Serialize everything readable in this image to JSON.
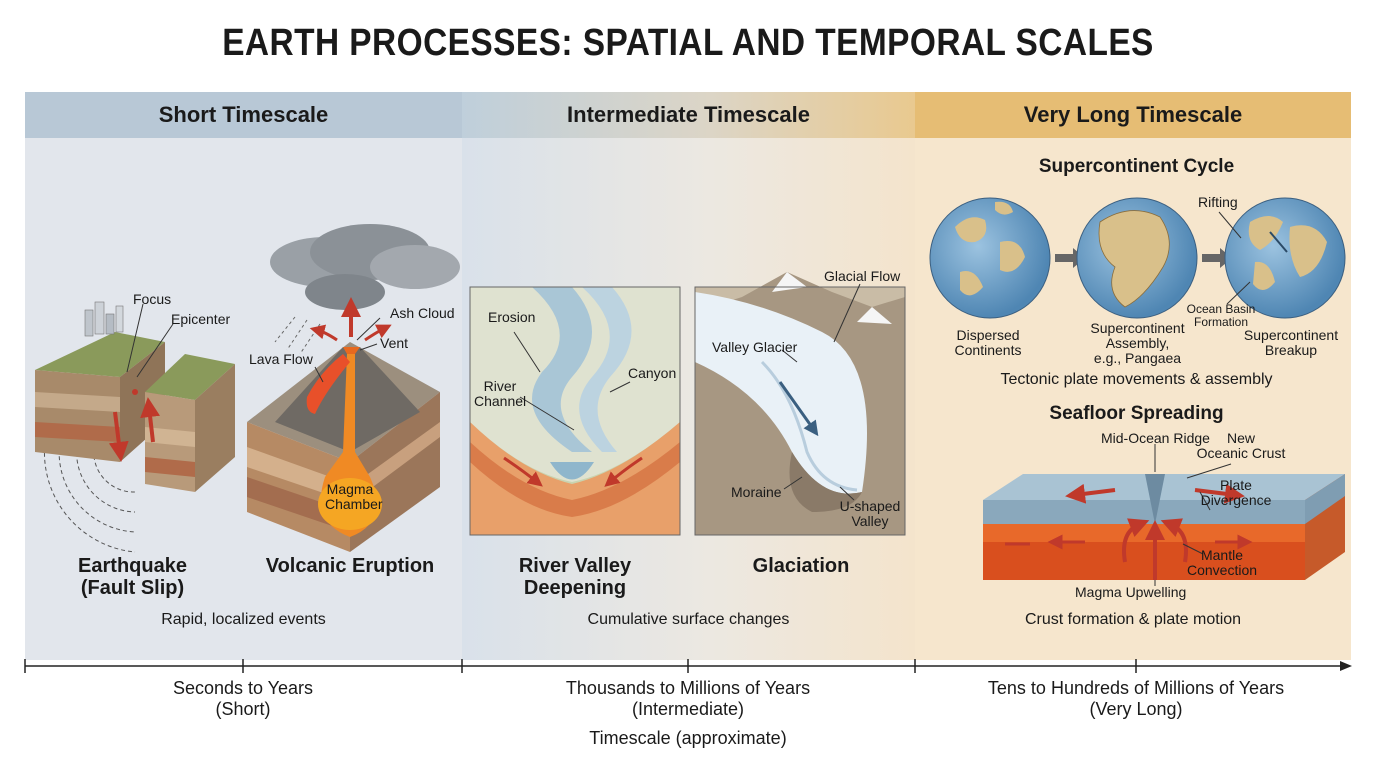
{
  "title": "EARTH PROCESSES: SPATIAL AND TEMPORAL SCALES",
  "panels": {
    "short": {
      "header": "Short Timescale",
      "summary": "Rapid, localized events",
      "earthquake": {
        "caption_line1": "Earthquake",
        "caption_line2": "(Fault Slip)",
        "labels": {
          "focus": "Focus",
          "epicenter": "Epicenter"
        }
      },
      "volcano": {
        "caption": "Volcanic Eruption",
        "labels": {
          "ash_cloud": "Ash Cloud",
          "vent": "Vent",
          "lava_flow": "Lava Flow",
          "magma_line1": "Magma",
          "magma_line2": "Chamber"
        }
      }
    },
    "intermediate": {
      "header": "Intermediate Timescale",
      "summary": "Cumulative surface changes",
      "river": {
        "caption_line1": "River Valley",
        "caption_line2": "Deepening",
        "labels": {
          "erosion": "Erosion",
          "river_line1": "River",
          "river_line2": "Channel",
          "canyon": "Canyon"
        }
      },
      "glacier": {
        "caption": "Glaciation",
        "labels": {
          "glacial_flow": "Glacial Flow",
          "valley_glacier": "Valley Glacier",
          "moraine": "Moraine",
          "ushaped_line1": "U-shaped",
          "ushaped_line2": "Valley"
        }
      }
    },
    "long": {
      "header": "Very Long Timescale",
      "summary": "Crust formation & plate motion",
      "supercontinent": {
        "title": "Supercontinent Cycle",
        "rifting": "Rifting",
        "dispersed_line1": "Dispersed",
        "dispersed_line2": "Continents",
        "assembly_line1": "Supercontinent",
        "assembly_line2": "Assembly,",
        "assembly_line3": "e.g., Pangaea",
        "ocean_line1": "Ocean Basin",
        "ocean_line2": "Formation",
        "breakup_line1": "Supercontinent",
        "breakup_line2": "Breakup",
        "note": "Tectonic plate movements & assembly"
      },
      "seafloor": {
        "title": "Seafloor Spreading",
        "ridge": "Mid-Ocean Ridge",
        "new_line1": "New",
        "new_line2": "Oceanic Crust",
        "plate_line1": "Plate",
        "plate_line2": "Divergence",
        "mantle_line1": "Mantle",
        "mantle_line2": "Convection",
        "upwelling": "Magma Upwelling"
      }
    }
  },
  "axis": {
    "short_line1": "Seconds to Years",
    "short_line2": "(Short)",
    "mid_line1": "Thousands to Millions of Years",
    "mid_line2": "(Intermediate)",
    "long_line1": "Tens to Hundreds of Millions of Years",
    "long_line2": "(Very Long)",
    "title": "Timescale (approximate)"
  }
}
